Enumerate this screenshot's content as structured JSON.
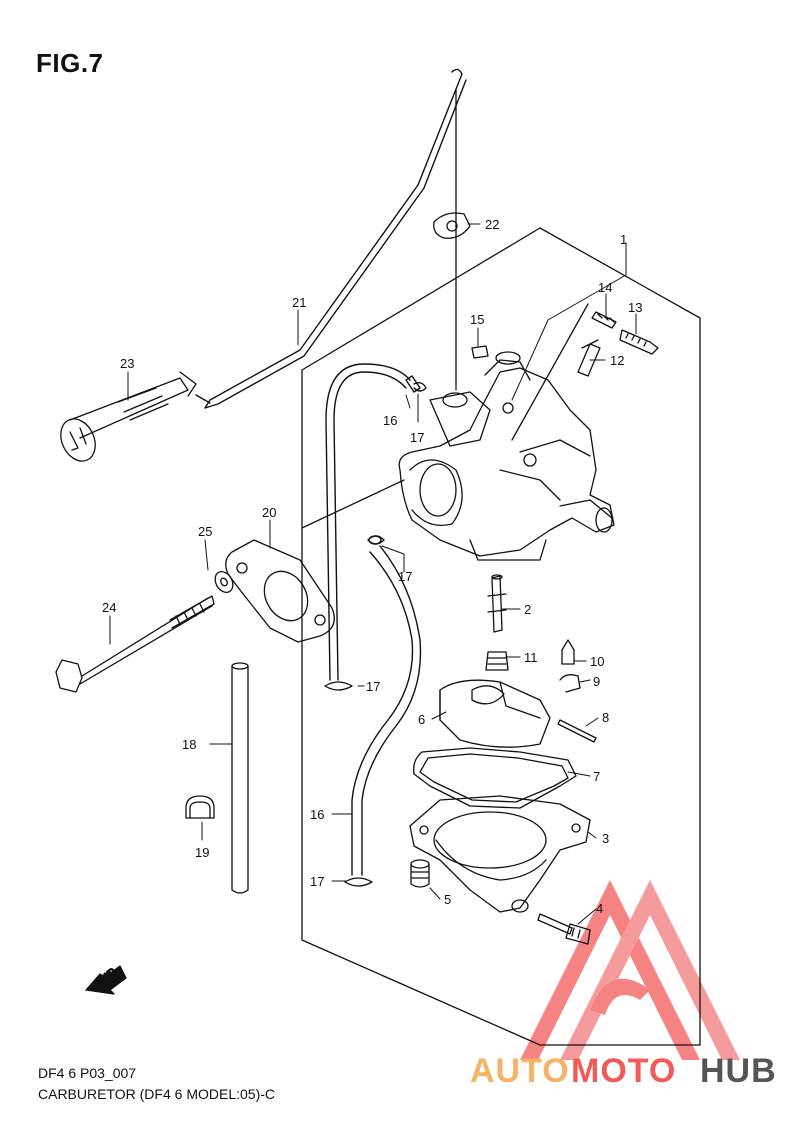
{
  "figure": {
    "title": "FIG.7"
  },
  "footer": {
    "code": "DF4 6 P03_007",
    "caption": "CARBURETOR (DF4 6 MODEL:05)-C"
  },
  "forward_arrow": {
    "label": "FWD"
  },
  "watermark": {
    "text_auto": "AUTO",
    "text_moto": "MOTO",
    "text_hub": "HUB",
    "color_orange": "#f7b267",
    "color_red": "#f25a5a",
    "color_gray": "#555555"
  },
  "callouts": [
    {
      "id": "c1",
      "label": "1"
    },
    {
      "id": "c2",
      "label": "2"
    },
    {
      "id": "c3",
      "label": "3"
    },
    {
      "id": "c4",
      "label": "4"
    },
    {
      "id": "c5",
      "label": "5"
    },
    {
      "id": "c6",
      "label": "6"
    },
    {
      "id": "c7",
      "label": "7"
    },
    {
      "id": "c8",
      "label": "8"
    },
    {
      "id": "c9",
      "label": "9"
    },
    {
      "id": "c10",
      "label": "10"
    },
    {
      "id": "c11",
      "label": "11"
    },
    {
      "id": "c12",
      "label": "12"
    },
    {
      "id": "c13",
      "label": "13"
    },
    {
      "id": "c14",
      "label": "14"
    },
    {
      "id": "c15",
      "label": "15"
    },
    {
      "id": "c16a",
      "label": "16"
    },
    {
      "id": "c16b",
      "label": "16"
    },
    {
      "id": "c17a",
      "label": "17"
    },
    {
      "id": "c17b",
      "label": "17"
    },
    {
      "id": "c17c",
      "label": "17"
    },
    {
      "id": "c17d",
      "label": "17"
    },
    {
      "id": "c18",
      "label": "18"
    },
    {
      "id": "c19",
      "label": "19"
    },
    {
      "id": "c20",
      "label": "20"
    },
    {
      "id": "c21",
      "label": "21"
    },
    {
      "id": "c22",
      "label": "22"
    },
    {
      "id": "c23",
      "label": "23"
    },
    {
      "id": "c24",
      "label": "24"
    },
    {
      "id": "c25",
      "label": "25"
    }
  ]
}
